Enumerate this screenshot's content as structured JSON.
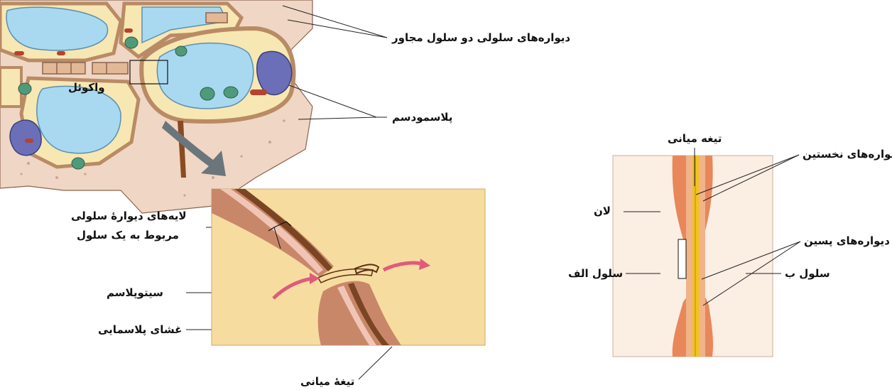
{
  "labels": {
    "adjacent_walls": "دیواره‌های سلولی دو سلول مجاور",
    "vacuole": "واکوئل",
    "plasmodesm_top": "پلاسمودسم",
    "wall_layers_line1": "لایه‌های دیوارهٔ سلولی",
    "wall_layers_line2": "مربوط به یک سلول",
    "cytoplasm": "سیتوپلاسم",
    "plasma_membrane": "غشای پلاسمایی",
    "middle_lamella_bottom": "تیغهٔ میانی",
    "middle_lamella_right": "تیغه میانی",
    "primary_walls": "دیواره‌های نخستین",
    "pit": "لان",
    "secondary_walls": "دیواره‌های پسین",
    "cell_a": "سلول الف",
    "cell_b": "سلول ب"
  },
  "colors": {
    "tissue": "#f0d6c4",
    "wall": "#e3b896",
    "cytoplasm": "#f7e7b3",
    "vacuole": "#a9d9f0",
    "nucleus": "#6a6fb8",
    "chloroplast": "#4f9a7a",
    "mito": "#b5432f",
    "lamella": "#f2c21e",
    "secondary": "#e8875a"
  }
}
